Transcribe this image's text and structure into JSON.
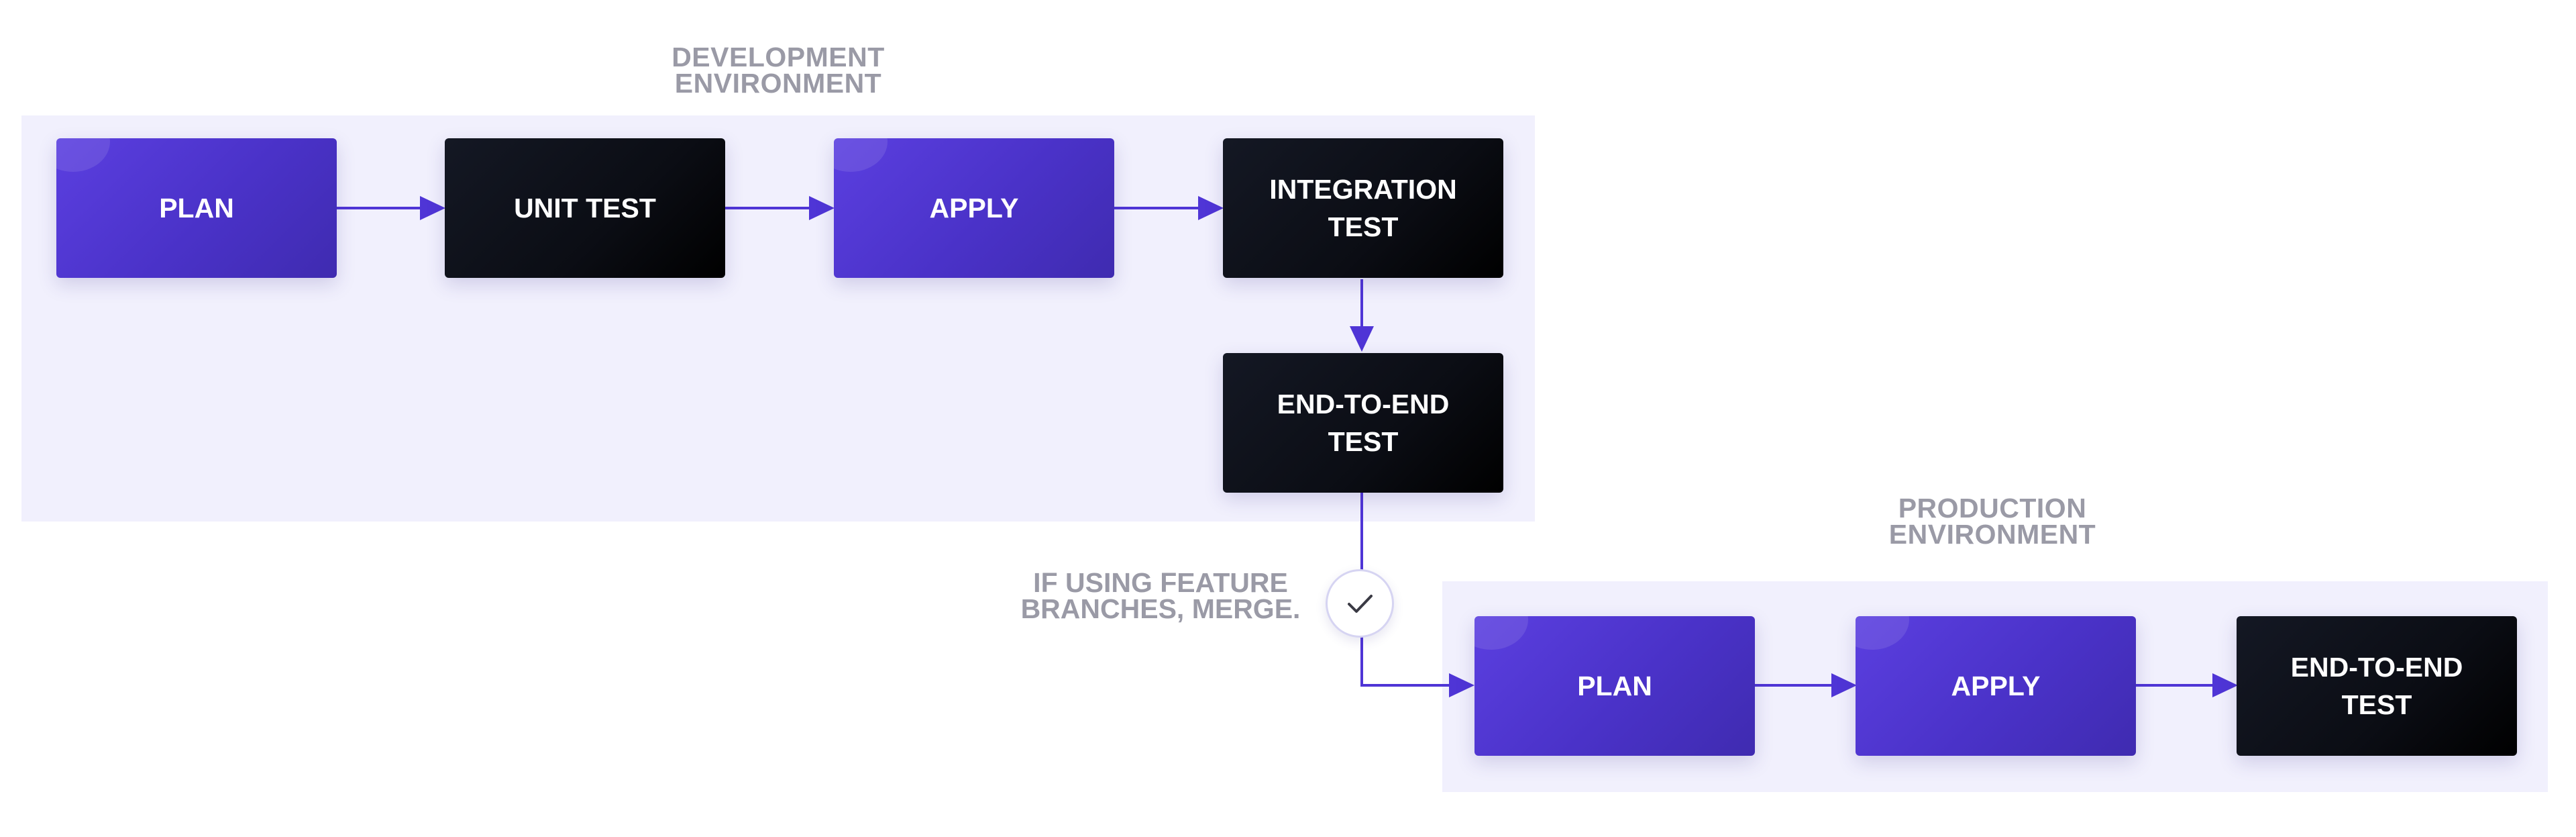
{
  "development": {
    "label": "DEVELOPMENT\nENVIRONMENT",
    "nodes": {
      "plan": "PLAN",
      "unit_test": "UNIT TEST",
      "apply": "APPLY",
      "integration_test": "INTEGRATION\nTEST",
      "e2e_test": "END-TO-END\nTEST"
    }
  },
  "production": {
    "label": "PRODUCTION\nENVIRONMENT",
    "nodes": {
      "plan": "PLAN",
      "apply": "APPLY",
      "e2e_test": "END-TO-END\nTEST"
    }
  },
  "merge_note": "IF USING FEATURE\nBRANCHES, MERGE.",
  "colors": {
    "accent": "#4f35d6",
    "environment_background": "#f1f0fd",
    "dark_node": "#0b0d14",
    "label_gray": "#9a9aa6"
  },
  "icons": {
    "merge_check": "checkmark-icon"
  }
}
